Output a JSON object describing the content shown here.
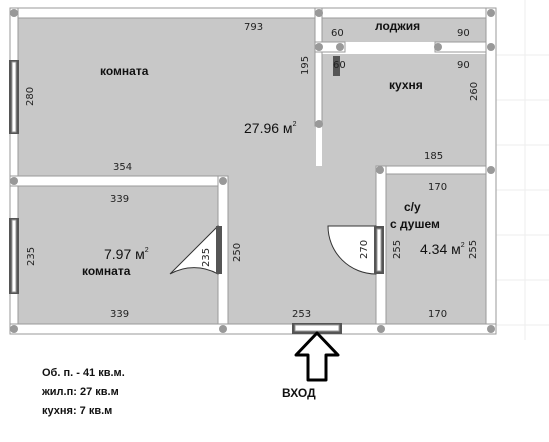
{
  "rooms": {
    "main_room_label": "комната",
    "main_room_area": "27.96 м",
    "small_room_label": "комната",
    "small_room_area": "7.97 м",
    "kitchen_label": "кухня",
    "loggia_label": "лоджия",
    "bathroom_label_line1": "с/у",
    "bathroom_label_line2": "с душем",
    "bathroom_area": "4.34 м",
    "area_unit_sup": "2"
  },
  "dimensions": {
    "top_793": "793",
    "loggia_60": "60",
    "loggia_90_top": "90",
    "kitchen_60": "60",
    "kitchen_90": "90",
    "v_195": "195",
    "v_280": "280",
    "v_260": "260",
    "h_354": "354",
    "h_185": "185",
    "h_339_top": "339",
    "h_339_bottom": "339",
    "h_170_top": "170",
    "h_170_bottom": "170",
    "v_235_left": "235",
    "v_235_door": "235",
    "v_250": "250",
    "v_270": "270",
    "v_255_left": "255",
    "v_255_right": "255",
    "h_253": "253"
  },
  "summary": {
    "total": "Об. п. - 41 кв.м.",
    "living": "жил.п: 27 кв.м",
    "kitchen": "кухня: 7 кв.м"
  },
  "entrance_label": "ВХОД"
}
